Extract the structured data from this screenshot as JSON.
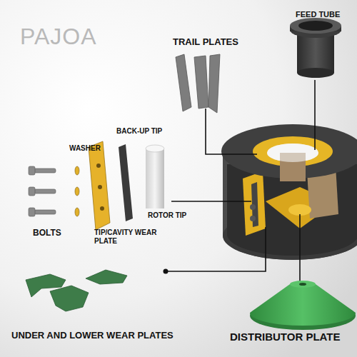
{
  "diagram": {
    "labels": [
      "PAJOA",
      "FEED TUBE",
      "TRAIL PLATES",
      "BACK-UP TIP",
      "WASHER",
      "ROTOR TIP",
      "BOLTS",
      "TIP/CAVITY WEAR PLATE",
      "UNDER AND LOWER WEAR PLATES",
      "DISTRIBUTOR PLATE"
    ]
  }
}
